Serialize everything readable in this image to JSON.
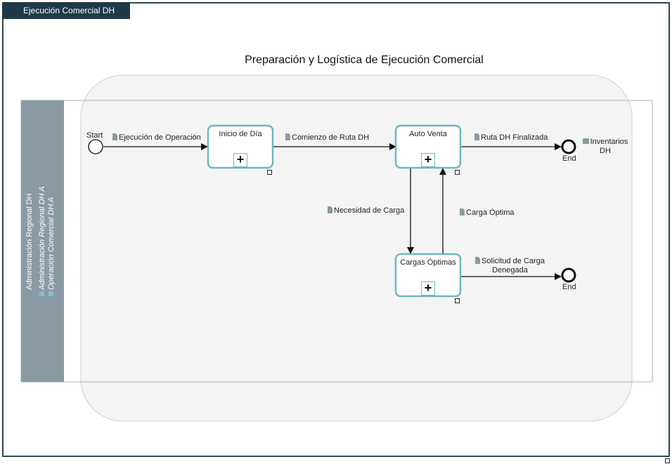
{
  "frame": {
    "tab_label": "Ejecución Comercial DH"
  },
  "diagram": {
    "title": "Preparación y Logística de Ejecución Comercial",
    "pool": {
      "lane_label": "Administración Regional DH",
      "roles": [
        "Administración Regional DH A",
        "Operación Comercial DH A"
      ]
    },
    "start_event": {
      "label": "Start"
    },
    "tasks": {
      "inicio": {
        "name": "Inicio de Día"
      },
      "autoventa": {
        "name": "Auto Venta"
      },
      "cargas": {
        "name": "Cargas Óptimas"
      }
    },
    "end_events": {
      "end1": "End",
      "end2": "End"
    },
    "flows": {
      "f1": "Ejecución de Operación",
      "f2": "Comienzo de Ruta DH",
      "f3": "Ruta DH Finalizada",
      "f4": "Necesidad de Carga",
      "f5": "Carga Óptima",
      "f6": "Solicitud de Carga Denegada"
    },
    "artifact": {
      "label": "Inventarios DH"
    }
  },
  "colors": {
    "frame_border": "#2f4a54",
    "tab_bg": "#1e3a46",
    "lane_header": "#8a9aa3",
    "task_border": "#6fb8c0",
    "group_bg": "#f4f4f4"
  },
  "icons": {
    "expand": "+",
    "corner": "⧉"
  }
}
